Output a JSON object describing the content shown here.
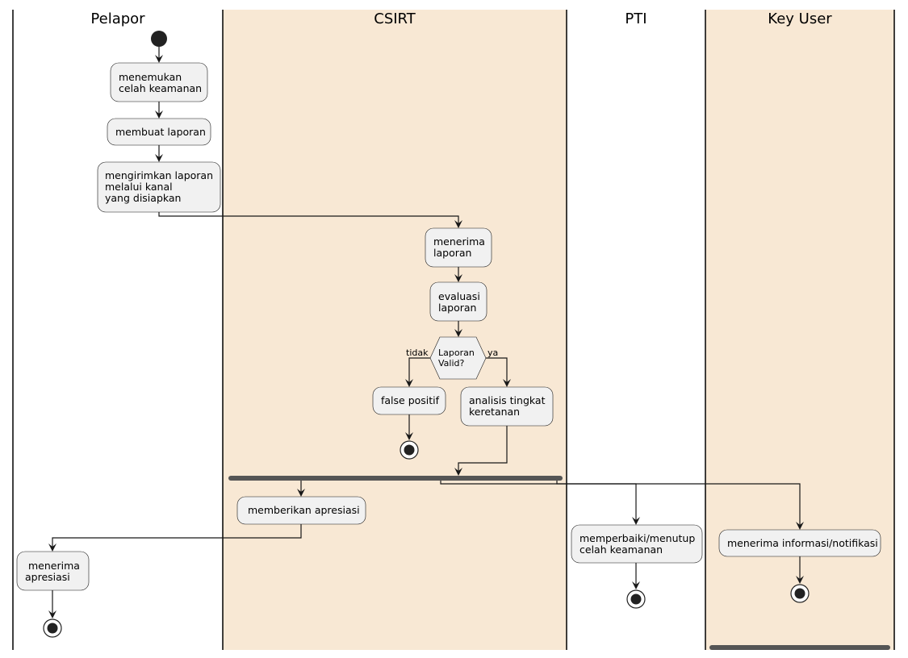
{
  "lanes": {
    "pelapor": "Pelapor",
    "csirt": "CSIRT",
    "pti": "PTI",
    "key_user": "Key User"
  },
  "colors": {
    "lane_fill": "#f8e8d4",
    "node_fill": "#f1f1f1",
    "line": "#181818",
    "sync_bar": "#555555"
  },
  "nodes": {
    "menemukan": [
      "menemukan",
      "celah keamanan"
    ],
    "membuat": [
      "membuat laporan"
    ],
    "mengirimkan": [
      "mengirimkan laporan",
      "melalui kanal",
      "yang disiapkan"
    ],
    "menerima_laporan": [
      "menerima",
      "laporan"
    ],
    "evaluasi": [
      "evaluasi",
      "laporan"
    ],
    "decision": [
      "Laporan",
      "Valid?"
    ],
    "false_positif": [
      "false positif"
    ],
    "analisis": [
      "analisis tingkat",
      "keretanan"
    ],
    "memberikan": [
      " memberikan apresiasi"
    ],
    "menerima_apresiasi": [
      " menerima",
      "apresiasi"
    ],
    "memperbaiki": [
      "memperbaiki/menutup",
      "celah keamanan"
    ],
    "menerima_informasi": [
      "menerima informasi/notifikasi"
    ]
  },
  "branch_labels": {
    "no": "tidak",
    "yes": "ya"
  }
}
